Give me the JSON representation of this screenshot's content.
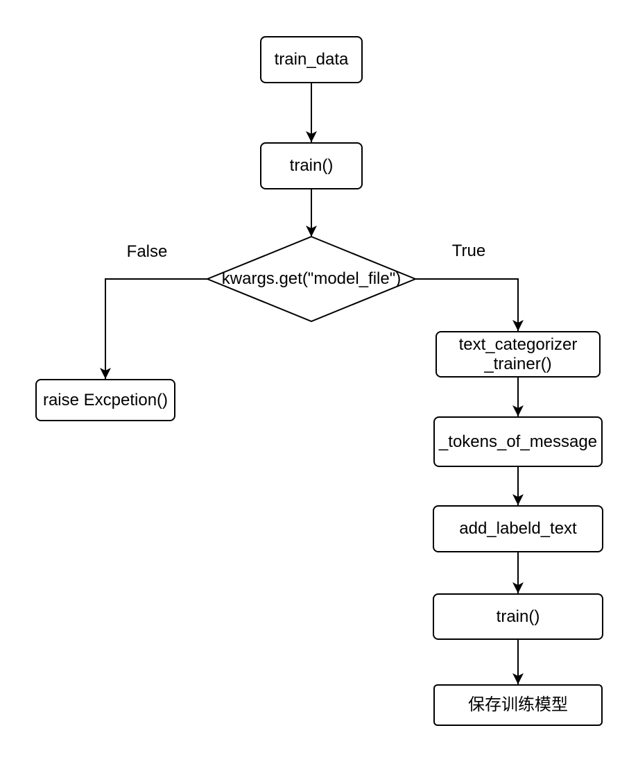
{
  "diagram": {
    "type": "flowchart",
    "colors": {
      "background": "#ffffff",
      "stroke": "#000000",
      "node_fill": "#ffffff",
      "text": "#000000"
    },
    "nodes": {
      "train_data": {
        "label": "train_data",
        "shape": "rounded-rect"
      },
      "train_call": {
        "label": "train()",
        "shape": "rounded-rect"
      },
      "decision": {
        "label": "kwargs.get(\"model_file\")",
        "shape": "diamond"
      },
      "raise_exception": {
        "label": "raise Excpetion()",
        "shape": "rounded-rect"
      },
      "text_categorizer_trainer": {
        "line1": "text_categorizer",
        "line2": "_trainer()",
        "shape": "rounded-rect"
      },
      "tokens_of_message": {
        "label": "_tokens_of_message",
        "shape": "rounded-rect"
      },
      "add_labeld_text": {
        "label": "add_labeld_text",
        "shape": "rounded-rect"
      },
      "train_call_2": {
        "label": "train()",
        "shape": "rounded-rect"
      },
      "save_model": {
        "label": "保存训练模型",
        "shape": "rounded-rect"
      }
    },
    "edge_labels": {
      "false_branch": "False",
      "true_branch": "True"
    }
  }
}
